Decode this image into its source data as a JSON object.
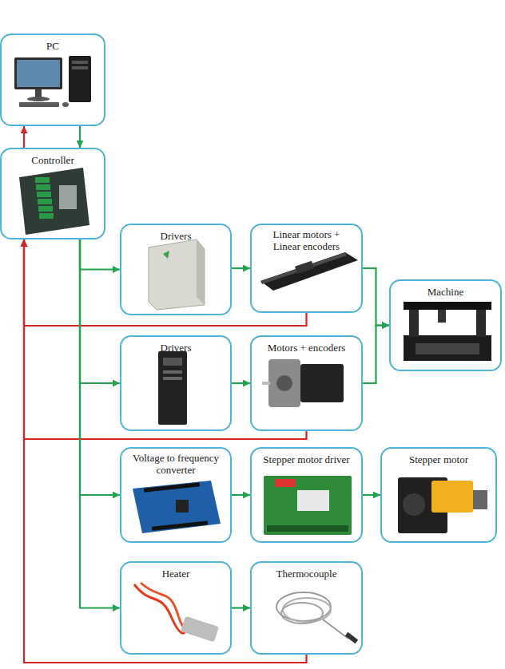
{
  "diagram": {
    "nodes": [
      {
        "text": [
          "PC"
        ]
      },
      {
        "text": [
          "Controller"
        ]
      },
      {
        "text": [
          "Drivers"
        ]
      },
      {
        "text": [
          "Linear motors + Linear encoders"
        ]
      },
      {
        "text": [
          "Machine"
        ]
      },
      {
        "text": [
          "Drivers"
        ]
      },
      {
        "text": [
          "Motors + encoders"
        ]
      },
      {
        "text": [
          "Voltage to frequency converter"
        ]
      },
      {
        "text": [
          "Stepper motor driver"
        ]
      },
      {
        "text": [
          "Stepper motor"
        ]
      },
      {
        "text": [
          "Heater"
        ]
      },
      {
        "text": [
          "Thermocouple"
        ]
      }
    ],
    "edges": [
      {
        "from": 0,
        "to": 1,
        "arrow": "to"
      },
      {
        "from": 1,
        "to": 0,
        "arrow": "to"
      },
      {
        "from": 1,
        "to": 2,
        "arrow": "to"
      },
      {
        "from": 2,
        "to": 3,
        "arrow": "to"
      },
      {
        "from": 3,
        "to": 4,
        "arrow": "to"
      },
      {
        "from": 3,
        "to": 1,
        "arrow": "to"
      },
      {
        "from": 1,
        "to": 5,
        "arrow": "to"
      },
      {
        "from": 5,
        "to": 6,
        "arrow": "to"
      },
      {
        "from": 6,
        "to": 4,
        "arrow": "to"
      },
      {
        "from": 6,
        "to": 1,
        "arrow": "to"
      },
      {
        "from": 1,
        "to": 7,
        "arrow": "to"
      },
      {
        "from": 7,
        "to": 8,
        "arrow": "to"
      },
      {
        "from": 8,
        "to": 9,
        "arrow": "to"
      },
      {
        "from": 1,
        "to": 10,
        "arrow": "to"
      },
      {
        "from": 10,
        "to": 11,
        "arrow": "to"
      },
      {
        "from": 11,
        "to": 1,
        "arrow": "to"
      }
    ]
  }
}
